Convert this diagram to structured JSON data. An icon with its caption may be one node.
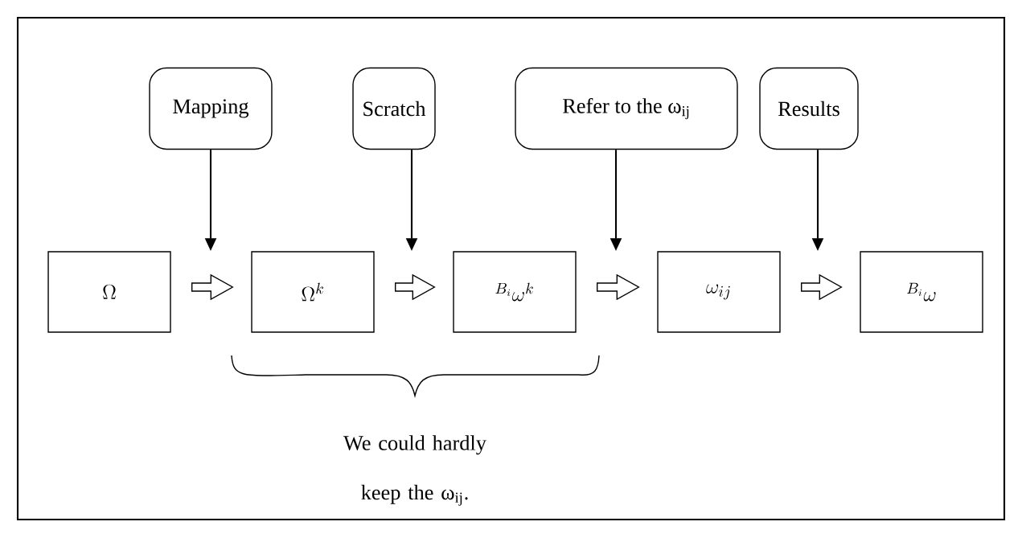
{
  "diagram": {
    "nodes": [
      {
        "text": [
          "Mapping"
        ]
      },
      {
        "text": [
          "Scratch"
        ]
      },
      {
        "text": [
          "Refer to the ω$_{ij}$"
        ]
      },
      {
        "text": [
          "Results"
        ]
      },
      {
        "text": [
          "\\Omega"
        ]
      },
      {
        "text": [
          "\\Omega^{k}"
        ]
      },
      {
        "text": [
          "{}^{B_i}\\omega^{k}"
        ]
      },
      {
        "text": [
          "\\omega_{ij}"
        ]
      },
      {
        "text": [
          "{}^{B_i}\\omega"
        ]
      }
    ],
    "edges": [
      {
        "from": 0,
        "to": null,
        "arrow": "to"
      },
      {
        "from": 1,
        "to": null,
        "arrow": "to"
      },
      {
        "from": 2,
        "to": null,
        "arrow": "to"
      },
      {
        "from": 3,
        "to": null,
        "arrow": "to"
      },
      {
        "from": 4,
        "to": 5,
        "arrow": "to"
      },
      {
        "from": 5,
        "to": 6,
        "arrow": "to"
      },
      {
        "from": 6,
        "to": 7,
        "arrow": "to"
      },
      {
        "from": 7,
        "to": 8,
        "arrow": "to"
      }
    ],
    "labels": [
      "We could hardly keep the ω$_{ij}$."
    ]
  }
}
